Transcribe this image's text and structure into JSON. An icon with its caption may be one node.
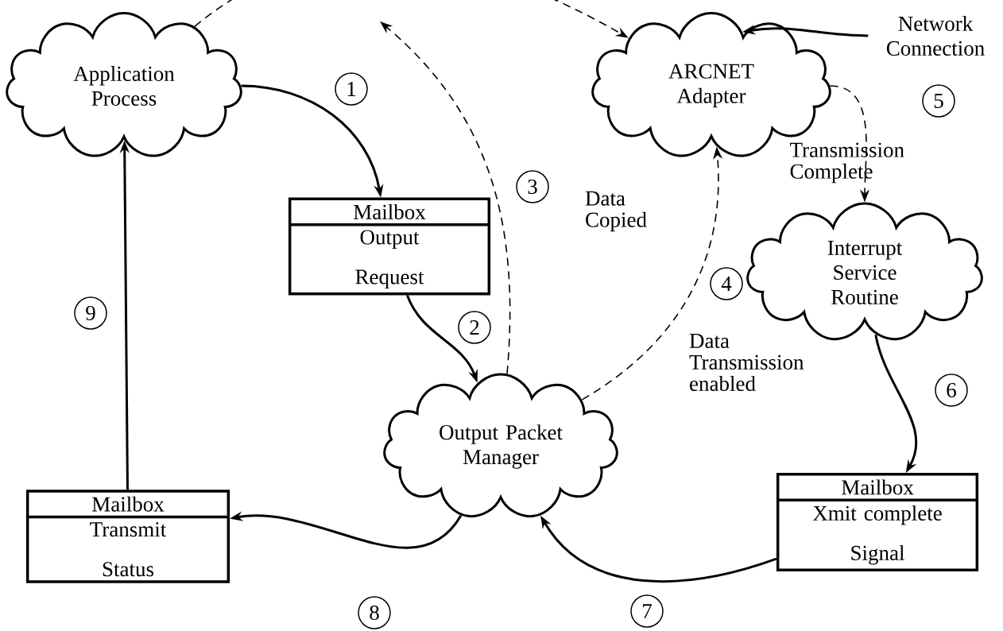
{
  "diagram": {
    "nodes": [
      {
        "text": [
          "Application Process"
        ]
      },
      {
        "text": [
          "ARCNET Adapter"
        ]
      },
      {
        "text": [
          "Mailbox",
          "Output Request"
        ]
      },
      {
        "text": [
          "Interrupt Service Routine"
        ]
      },
      {
        "text": [
          "Output Packet Manager"
        ]
      },
      {
        "text": [
          "Mailbox",
          "Transmit Status"
        ]
      },
      {
        "text": [
          "Mailbox",
          "Xmit complete Signal"
        ]
      },
      {
        "text": [
          "Network Connection"
        ]
      }
    ],
    "edges": [
      {
        "from": 0,
        "to": 2,
        "arrow": "to"
      },
      {
        "from": 2,
        "to": 4,
        "arrow": "to"
      },
      {
        "from": 4,
        "to": null,
        "arrow": "to",
        "style": "dashed",
        "label": "Data Copied"
      },
      {
        "from": 0,
        "to": 1,
        "arrow": "to",
        "style": "dashed"
      },
      {
        "from": 4,
        "to": 1,
        "arrow": "to",
        "style": "dashed",
        "label": "Data Transmission enabled"
      },
      {
        "from": 1,
        "to": 3,
        "arrow": "to",
        "style": "dashed",
        "label": "Transmission Complete"
      },
      {
        "from": 3,
        "to": 6,
        "arrow": "to"
      },
      {
        "from": 6,
        "to": 4,
        "arrow": "to"
      },
      {
        "from": 4,
        "to": 5,
        "arrow": "to"
      },
      {
        "from": 5,
        "to": 0,
        "arrow": "to"
      },
      {
        "from": 7,
        "to": 1,
        "arrow": "to"
      }
    ],
    "labels": [
      "1",
      "2",
      "3",
      "4",
      "5",
      "6",
      "7",
      "8",
      "9"
    ]
  }
}
